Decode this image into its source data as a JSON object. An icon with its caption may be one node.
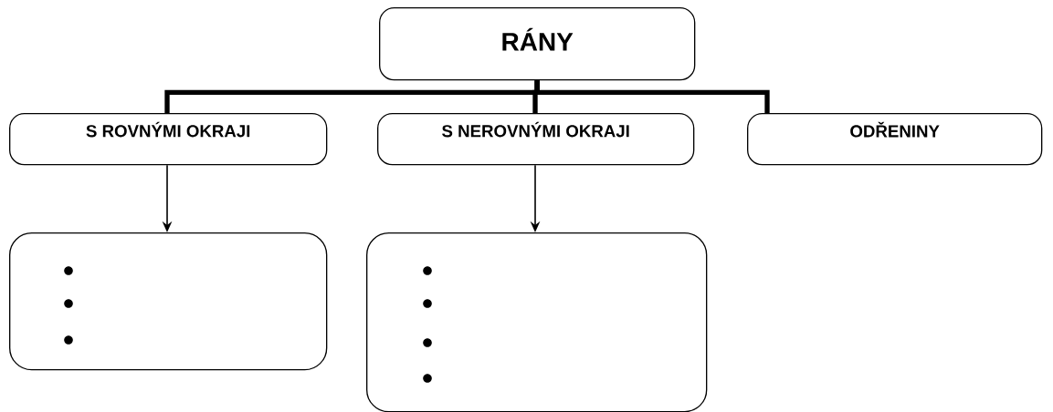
{
  "diagram": {
    "nodes": [
      {
        "text": [
          "RÁNY"
        ]
      },
      {
        "text": [
          "S ROVNÝMI OKRAJI"
        ]
      },
      {
        "text": [
          "S NEROVNÝMI OKRAJI"
        ]
      },
      {
        "text": [
          "ODŘENINY"
        ]
      },
      {
        "text": [],
        "shape": "box"
      },
      {
        "text": [],
        "shape": "box"
      }
    ],
    "edges": [
      {
        "from": 0,
        "to": 1,
        "arrow": "none"
      },
      {
        "from": 0,
        "to": 2,
        "arrow": "none"
      },
      {
        "from": 0,
        "to": 3,
        "arrow": "none"
      },
      {
        "from": 1,
        "to": 4,
        "arrow": "to"
      },
      {
        "from": 2,
        "to": 5,
        "arrow": "to"
      }
    ]
  }
}
